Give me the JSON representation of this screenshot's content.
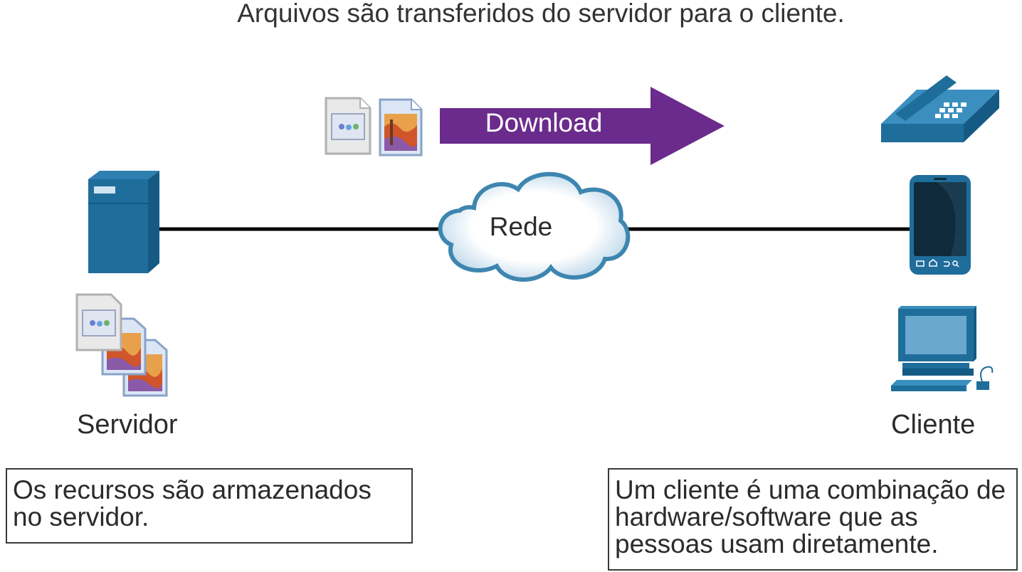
{
  "title": "Arquivos são transferidos do servidor para o cliente.",
  "arrow": {
    "label": "Download",
    "color": "#6b2b8c"
  },
  "network": {
    "label": "Rede"
  },
  "server": {
    "label": "Servidor"
  },
  "client": {
    "label": "Cliente"
  },
  "server_note": "Os recursos são armazenados no servidor.",
  "client_note": "Um cliente é uma combinação de hardware/software que as pessoas usam diretamente.",
  "colors": {
    "device_blue": "#1f6d9a",
    "device_light": "#3a8fbf",
    "cloud_outline": "#3e86b0",
    "line": "#000000"
  }
}
